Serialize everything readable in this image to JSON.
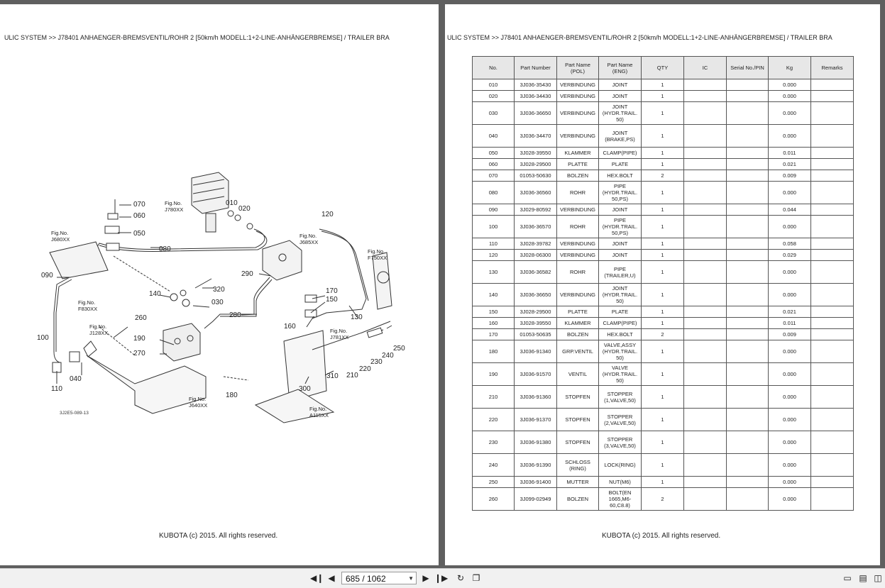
{
  "left_page": {
    "header": "ULIC SYSTEM >> J78401    ANHAENGER-BREMSVENTIL/ROHR 2 [50km/h MODELL:1+2-LINE-ANHÄNGERBREMSE] / TRAILER BRA",
    "footer": "KUBOTA (c) 2015. All rights reserved.",
    "diagram": {
      "callouts": [
        "010",
        "020",
        "030",
        "040",
        "050",
        "060",
        "070",
        "080",
        "090",
        "100",
        "110",
        "120",
        "130",
        "140",
        "150",
        "160",
        "170",
        "180",
        "190",
        "210",
        "220",
        "230",
        "240",
        "250",
        "260",
        "270",
        "280",
        "290",
        "300",
        "310",
        "320"
      ],
      "fig_refs": [
        "Fig.No. J780XX",
        "Fig.No. J685XX",
        "Fig.No. J680XX",
        "Fig.No. F750XX",
        "Fig.No. F830XX",
        "Fig.No. J128XX",
        "Fig.No. J781XX",
        "Fig.No. J640XX",
        "Fig.No. A115XX"
      ],
      "drawing_id": "3J2E5-089-13"
    }
  },
  "right_page": {
    "header": "ULIC SYSTEM >> J78401    ANHAENGER-BREMSVENTIL/ROHR 2 [50km/h MODELL:1+2-LINE-ANHÄNGERBREMSE] / TRAILER BRA",
    "footer": "KUBOTA (c) 2015. All rights reserved.",
    "table": {
      "columns": [
        "No.",
        "Part Number",
        "Part Name (POL)",
        "Part Name (ENG)",
        "QTY",
        "IC",
        "Serial No./PIN",
        "Kg",
        "Remarks"
      ],
      "rows": [
        {
          "no": "010",
          "pn": "3J036-35430",
          "pol": "VERBINDUNG",
          "eng": "JOINT",
          "qty": "1",
          "kg": "0.000"
        },
        {
          "no": "020",
          "pn": "3J036-34430",
          "pol": "VERBINDUNG",
          "eng": "JOINT",
          "qty": "1",
          "kg": "0.000"
        },
        {
          "no": "030",
          "pn": "3J036-36650",
          "pol": "VERBINDUNG",
          "eng": "JOINT (HYDR.TRAIL. 50)",
          "qty": "1",
          "kg": "0.000"
        },
        {
          "no": "040",
          "pn": "3J036-34470",
          "pol": "VERBINDUNG",
          "eng": "JOINT (BRAKE,PS)",
          "qty": "1",
          "kg": "0.000"
        },
        {
          "no": "050",
          "pn": "3J028-39550",
          "pol": "KLAMMER",
          "eng": "CLAMP(PIPE)",
          "qty": "1",
          "kg": "0.011"
        },
        {
          "no": "060",
          "pn": "3J028-29500",
          "pol": "PLATTE",
          "eng": "PLATE",
          "qty": "1",
          "kg": "0.021"
        },
        {
          "no": "070",
          "pn": "01053-50630",
          "pol": "BOLZEN",
          "eng": "HEX.BOLT",
          "qty": "2",
          "kg": "0.009"
        },
        {
          "no": "080",
          "pn": "3J036-36560",
          "pol": "ROHR",
          "eng": "PIPE (HYDR.TRAIL. 50,PS)",
          "qty": "1",
          "kg": "0.000"
        },
        {
          "no": "090",
          "pn": "3J029-80592",
          "pol": "VERBINDUNG",
          "eng": "JOINT",
          "qty": "1",
          "kg": "0.044"
        },
        {
          "no": "100",
          "pn": "3J036-36570",
          "pol": "ROHR",
          "eng": "PIPE (HYDR.TRAIL. 50,PS)",
          "qty": "1",
          "kg": "0.000"
        },
        {
          "no": "110",
          "pn": "3J028-39782",
          "pol": "VERBINDUNG",
          "eng": "JOINT",
          "qty": "1",
          "kg": "0.058"
        },
        {
          "no": "120",
          "pn": "3J028-06300",
          "pol": "VERBINDUNG",
          "eng": "JOINT",
          "qty": "1",
          "kg": "0.029"
        },
        {
          "no": "130",
          "pn": "3J036-36582",
          "pol": "ROHR",
          "eng": "PIPE (TRAILER,U)",
          "qty": "1",
          "kg": "0.000"
        },
        {
          "no": "140",
          "pn": "3J036-36650",
          "pol": "VERBINDUNG",
          "eng": "JOINT (HYDR.TRAIL. 50)",
          "qty": "1",
          "kg": "0.000"
        },
        {
          "no": "150",
          "pn": "3J028-29500",
          "pol": "PLATTE",
          "eng": "PLATE",
          "qty": "1",
          "kg": "0.021"
        },
        {
          "no": "160",
          "pn": "3J028-39550",
          "pol": "KLAMMER",
          "eng": "CLAMP(PIPE)",
          "qty": "1",
          "kg": "0.011"
        },
        {
          "no": "170",
          "pn": "01053-50635",
          "pol": "BOLZEN",
          "eng": "HEX.BOLT",
          "qty": "2",
          "kg": "0.009"
        },
        {
          "no": "180",
          "pn": "3J036-91340",
          "pol": "GRP.VENTIL",
          "eng": "VALVE,ASSY (HYDR.TRAIL. 50)",
          "qty": "1",
          "kg": "0.000"
        },
        {
          "no": "190",
          "pn": "3J036-91570",
          "pol": "VENTIL",
          "eng": "VALVE (HYDR.TRAIL. 50)",
          "qty": "1",
          "kg": "0.000"
        },
        {
          "no": "210",
          "pn": "3J036-91360",
          "pol": "STOPFEN",
          "eng": "STOPPER (1,VALVE,50)",
          "qty": "1",
          "kg": "0.000"
        },
        {
          "no": "220",
          "pn": "3J036-91370",
          "pol": "STOPFEN",
          "eng": "STOPPER (2,VALVE,50)",
          "qty": "1",
          "kg": "0.000"
        },
        {
          "no": "230",
          "pn": "3J036-91380",
          "pol": "STOPFEN",
          "eng": "STOPPER (3,VALVE,50)",
          "qty": "1",
          "kg": "0.000"
        },
        {
          "no": "240",
          "pn": "3J036-91390",
          "pol": "SCHLOSS (RING)",
          "eng": "LOCK(RING)",
          "qty": "1",
          "kg": "0.000"
        },
        {
          "no": "250",
          "pn": "3J036-91400",
          "pol": "MUTTER",
          "eng": "NUT(M6)",
          "qty": "1",
          "kg": "0.000"
        },
        {
          "no": "260",
          "pn": "3J099-02949",
          "pol": "BOLZEN",
          "eng": "BOLT(EN 1665,M6- 60,C8.8)",
          "qty": "2",
          "kg": "0.000"
        }
      ]
    }
  },
  "toolbar": {
    "page_indicator": "685 / 1062",
    "first_icon": "first-page-icon",
    "prev_icon": "previous-page-icon",
    "next_icon": "next-page-icon",
    "last_icon": "last-page-icon"
  },
  "colors": {
    "viewer_background": "#5f5f5f",
    "page": "#ffffff",
    "toolbar": "#f1f1f1",
    "table_header": "#e7e7e7"
  }
}
